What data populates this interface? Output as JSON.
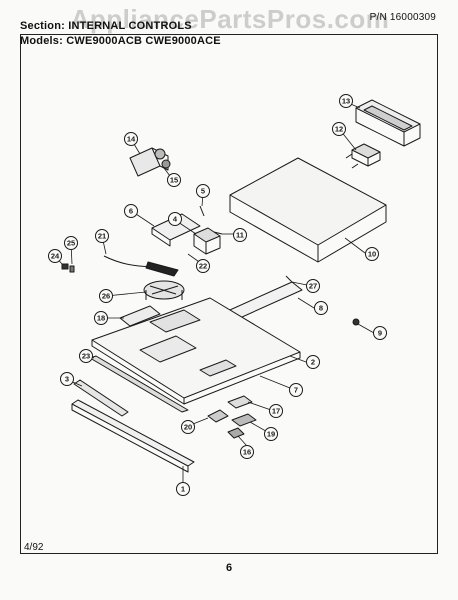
{
  "watermark": "AppliancePartsPros.com",
  "header": {
    "section": "Section: INTERNAL CONTROLS",
    "models": "Models: CWE9000ACB  CWE9000ACE",
    "part_number": "P/N 16000309"
  },
  "footer": {
    "date": "4/92",
    "page": "6"
  },
  "callouts": [
    "1",
    "2",
    "3",
    "4",
    "5",
    "6",
    "7",
    "8",
    "9",
    "10",
    "11",
    "12",
    "13",
    "14",
    "15",
    "16",
    "17",
    "18",
    "19",
    "20",
    "21",
    "22",
    "23",
    "24",
    "25",
    "26",
    "27"
  ],
  "colors": {
    "ink": "#1a1a1a",
    "paper": "#fafaf8"
  }
}
